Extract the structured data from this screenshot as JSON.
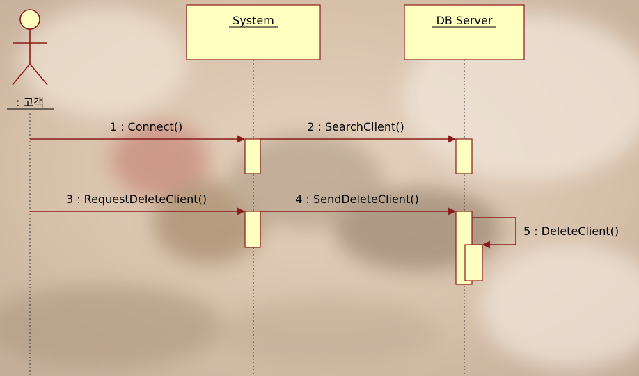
{
  "colors": {
    "lifeline_box_fill": "#ffffc0",
    "lifeline_box_stroke": "#8b1a1a",
    "message_color": "#8b1a1a",
    "lifeline_dash": "#333333"
  },
  "actor": {
    "name": ": 고객"
  },
  "objects": [
    {
      "id": "system",
      "name": "System"
    },
    {
      "id": "db",
      "name": "DB Server"
    }
  ],
  "messages": [
    {
      "number": 1,
      "label": "1 : Connect()"
    },
    {
      "number": 2,
      "label": "2 : SearchClient()"
    },
    {
      "number": 3,
      "label": "3 : RequestDeleteClient()"
    },
    {
      "number": 4,
      "label": "4 : SendDeleteClient()"
    },
    {
      "number": 5,
      "label": "5 : DeleteClient()"
    }
  ]
}
